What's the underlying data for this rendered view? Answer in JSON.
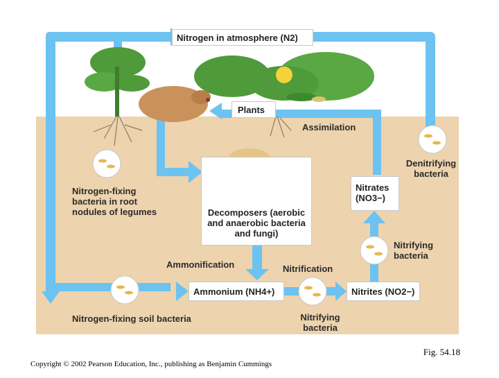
{
  "labels": {
    "atmosphere": "Nitrogen in atmosphere (N2)",
    "plants": "Plants",
    "assimilation": "Assimilation",
    "denitrifying": "Denitrifying bacteria",
    "nitrates": "Nitrates (NO3−)",
    "nitrogen_fixing_root": "Nitrogen-fixing bacteria in root nodules of legumes",
    "decomposers": "Decomposers (aerobic and anaerobic bacteria and fungi)",
    "nitrifying_upper": "Nitrifying bacteria",
    "ammonification": "Ammonification",
    "nitrification": "Nitrification",
    "ammonium": "Ammonium (NH4+)",
    "nitrites": "Nitrites (NO2−)",
    "nitrogen_fixing_soil": "Nitrogen-fixing soil bacteria",
    "nitrifying_lower": "Nitrifying bacteria"
  },
  "footer": {
    "figure": "Fig. 54.18",
    "copyright": "Copyright © 2002 Pearson Education, Inc., publishing as Benjamin Cummings"
  },
  "colors": {
    "soil": "#edd3ae",
    "arrow": "#6cc2f0",
    "leaf": "#4f9a3a",
    "mole": "#c9925a"
  }
}
